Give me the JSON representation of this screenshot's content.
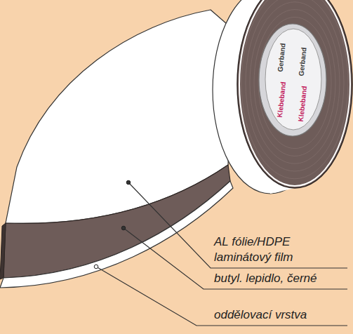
{
  "diagram": {
    "labels": [
      "AL fólie/HDPE laminátový film",
      "butyl. lepidlo, černé",
      "oddělovací vrstva",
      "Gerband",
      "Klebeband",
      "Gerband",
      "Klebeband"
    ]
  }
}
